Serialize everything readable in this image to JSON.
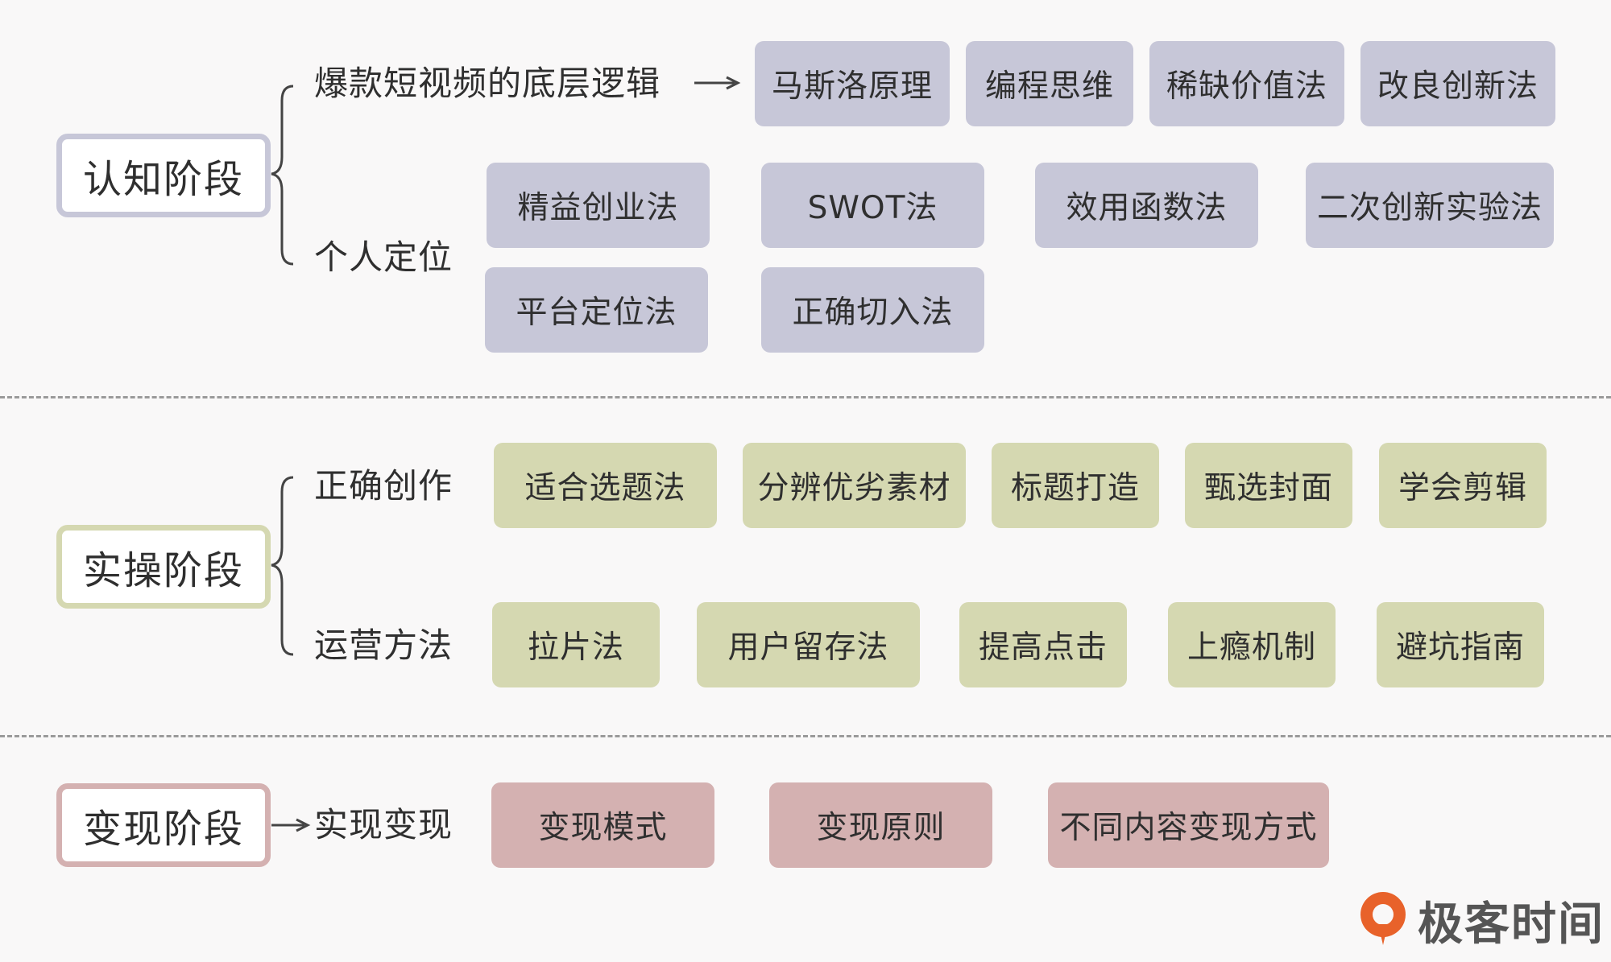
{
  "colors": {
    "cognition": "#c7c7d8",
    "practice": "#d5d8b1",
    "monetization": "#d4b1b1",
    "logo_orange": "#e8622a"
  },
  "stages": {
    "cognition": {
      "title": "认知阶段",
      "branch1": {
        "label": "爆款短视频的底层逻辑",
        "items": [
          "马斯洛原理",
          "编程思维",
          "稀缺价值法",
          "改良创新法"
        ]
      },
      "branch2": {
        "label": "个人定位",
        "items": [
          "精益创业法",
          "SWOT法",
          "效用函数法",
          "二次创新实验法",
          "平台定位法",
          "正确切入法"
        ]
      }
    },
    "practice": {
      "title": "实操阶段",
      "branch1": {
        "label": "正确创作",
        "items": [
          "适合选题法",
          "分辨优劣素材",
          "标题打造",
          "甄选封面",
          "学会剪辑"
        ]
      },
      "branch2": {
        "label": "运营方法",
        "items": [
          "拉片法",
          "用户留存法",
          "提高点击",
          "上瘾机制",
          "避坑指南"
        ]
      }
    },
    "monetization": {
      "title": "变现阶段",
      "branch1": {
        "label": "实现变现",
        "items": [
          "变现模式",
          "变现原则",
          "不同内容变现方式"
        ]
      }
    }
  },
  "logo": {
    "icon": "geektime-logo-icon",
    "text": "极客时间"
  }
}
